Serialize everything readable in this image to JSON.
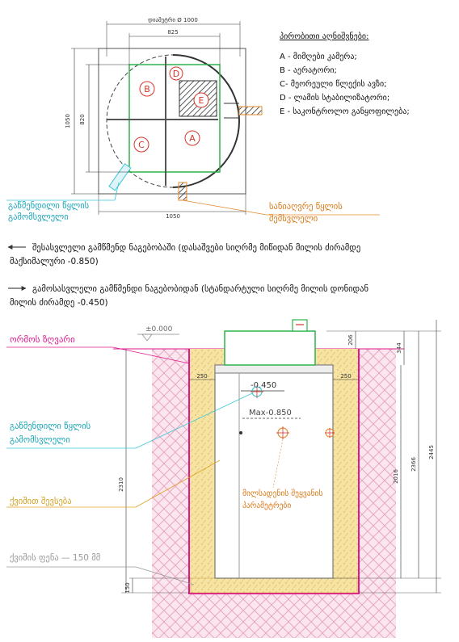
{
  "top_view": {
    "diameter_label": "დიამეტრი Ø 1000",
    "dim_825": "825",
    "dim_1050_vertical": "1050",
    "dim_820": "820",
    "dim_1050_horizontal": "1050",
    "chambers": [
      "A",
      "B",
      "C",
      "D",
      "E"
    ],
    "outlet_label_line1": "გაწმენდილი წყლის",
    "outlet_label_line2": "გამომსვლელი",
    "inlet_label_line1": "სანიაღვრე წყლის",
    "inlet_label_line2": "შემსვლელი"
  },
  "legend": {
    "title": "პირობითი აღნიშვნები:",
    "items": [
      "A - მიმღები კამერა;",
      "B - აერატორი;",
      "C- მეორეული წლექის ავზი;",
      "D - ლამის სტაბილიზატორი;",
      "E - საკონტროლო განყოფილება;"
    ]
  },
  "notes": {
    "inlet_line1": "შესასვლელი გამწმენდ ნაგებობაში (დასაშვები სიღრმე მიწიდან მილის ძირამდე",
    "inlet_line2": "მაქსიმალური -0.850)",
    "outlet_line1": "გამოსასვლელი გამწმენდი ნაგებობიდან (სტანდარტული სიღრმე მილის დონიდან",
    "outlet_line2": "მილის ძირამდე -0.450)"
  },
  "section": {
    "level_zero": "±0.000",
    "pit_edge_label": "ორმოს ზღვარი",
    "outlet_label_line1": "გაწმენდილი წყლის",
    "outlet_label_line2": "გამომსვლელი",
    "sand_fill_label": "ქვიშით შევსება",
    "sand_layer_label": "ქვიშის ფენა — 150 მმ",
    "pipe_params_line1": "მილსადენის შეყვანის",
    "pipe_params_line2": "პარამეტრები",
    "level_outlet": "-0.450",
    "level_inlet": "Max-0.850",
    "dim_250_left": "250",
    "dim_250_right": "250",
    "dim_206": "206",
    "dim_344": "344",
    "dim_2310": "2310",
    "dim_2016": "2016",
    "dim_2366": "2366",
    "dim_2445": "2445",
    "dim_150": "150"
  },
  "colors": {
    "green": "#2db34a",
    "red": "#d9342b",
    "cyan": "#39c6d6",
    "orange": "#e08a2e",
    "magenta": "#e0198f",
    "pink_zone": "#f2b8cf",
    "sand": "#f2d98a",
    "gray": "#777777"
  }
}
